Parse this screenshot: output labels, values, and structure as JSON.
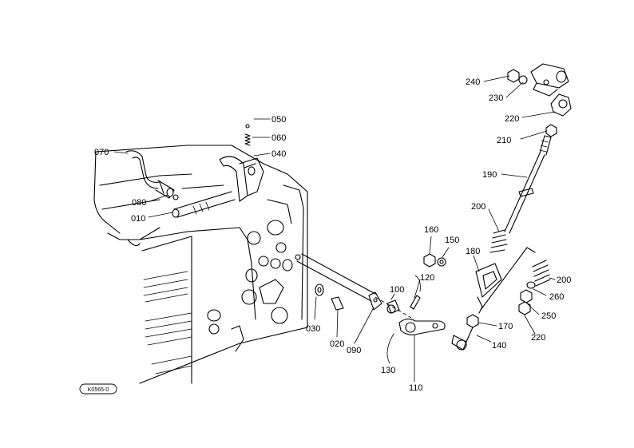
{
  "parts": [
    {
      "id": "p010",
      "label": "010"
    },
    {
      "id": "p020",
      "label": "020"
    },
    {
      "id": "p030",
      "label": "030"
    },
    {
      "id": "p040",
      "label": "040"
    },
    {
      "id": "p050",
      "label": "050"
    },
    {
      "id": "p060",
      "label": "060"
    },
    {
      "id": "p070",
      "label": "070"
    },
    {
      "id": "p080",
      "label": "080"
    },
    {
      "id": "p090",
      "label": "090"
    },
    {
      "id": "p100",
      "label": "100"
    },
    {
      "id": "p110",
      "label": "110"
    },
    {
      "id": "p120",
      "label": "120"
    },
    {
      "id": "p130",
      "label": "130"
    },
    {
      "id": "p140",
      "label": "140"
    },
    {
      "id": "p150",
      "label": "150"
    },
    {
      "id": "p160",
      "label": "160"
    },
    {
      "id": "p170",
      "label": "170"
    },
    {
      "id": "p180",
      "label": "180"
    },
    {
      "id": "p190",
      "label": "190"
    },
    {
      "id": "p200a",
      "label": "200"
    },
    {
      "id": "p200b",
      "label": "200"
    },
    {
      "id": "p210",
      "label": "210"
    },
    {
      "id": "p220a",
      "label": "220"
    },
    {
      "id": "p220b",
      "label": "220"
    },
    {
      "id": "p230",
      "label": "230"
    },
    {
      "id": "p240",
      "label": "240"
    },
    {
      "id": "p250",
      "label": "250"
    },
    {
      "id": "p260",
      "label": "260"
    }
  ],
  "drawing_code": "K0565-0"
}
